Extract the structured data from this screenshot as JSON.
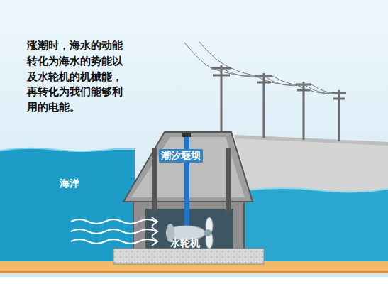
{
  "diagram": {
    "labels": [
      "涨潮时，海水的动能转化为海水的势能以及水轮机的机械能，再转化为我们能够利用的电能。",
      "潮汐堰坝",
      "海洋",
      "水轮机"
    ]
  }
}
